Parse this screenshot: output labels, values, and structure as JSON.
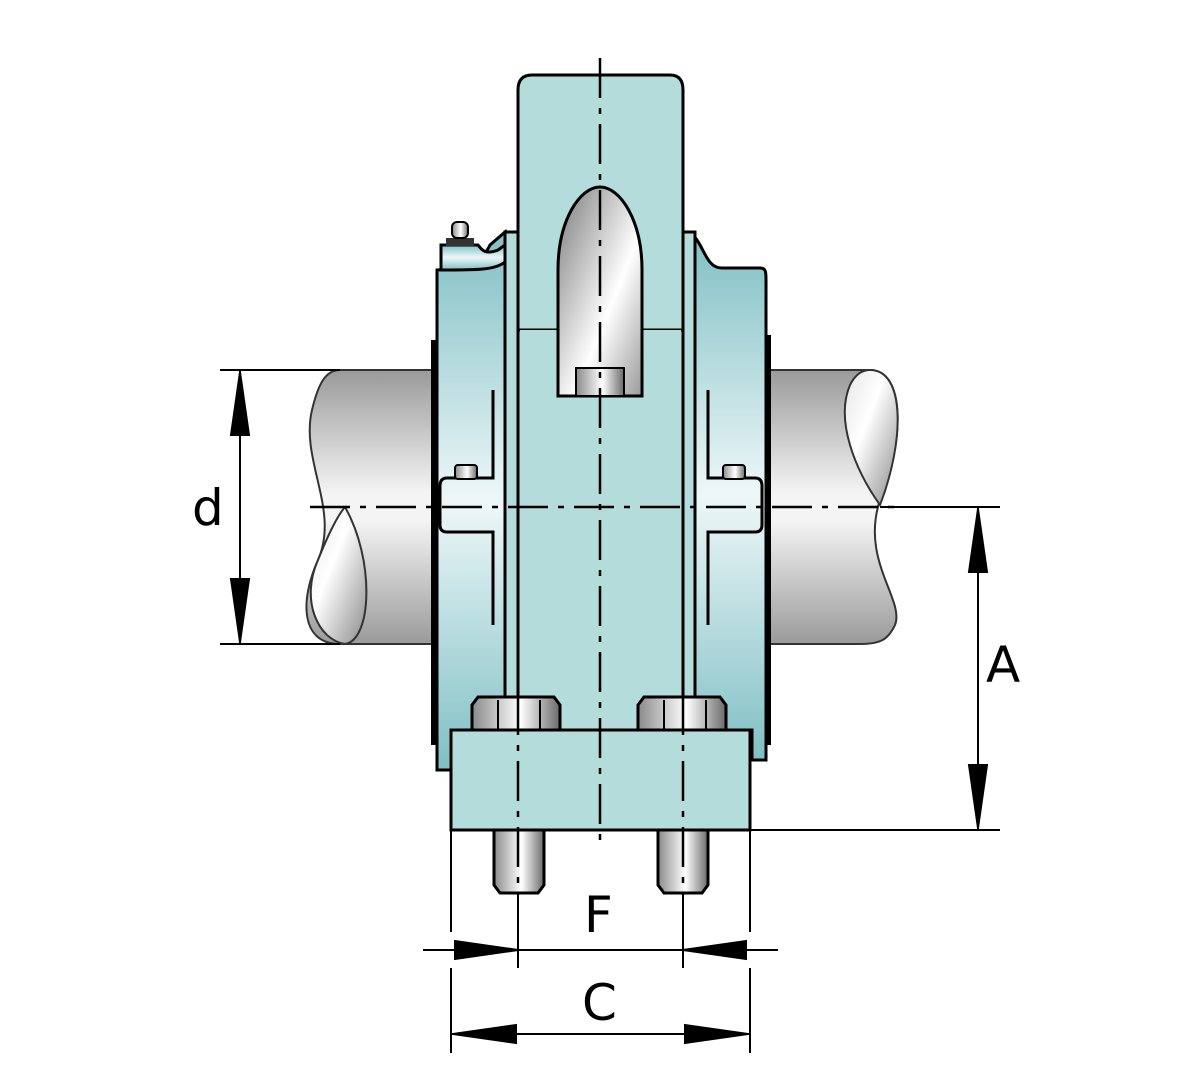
{
  "diagram": {
    "type": "technical-drawing",
    "subject": "take-up bearing unit on shaft (section view)",
    "colors": {
      "housing": "#b3dcdb",
      "housing_dark": "#7fbfc4",
      "shaft_light": "#f2f2f2",
      "shaft_dark": "#9a9a9a",
      "outline": "#000000"
    },
    "dimensions": {
      "d": "d",
      "A": "A",
      "F": "F",
      "C": "C"
    },
    "components": [
      "shaft",
      "housing",
      "take-up frame slot",
      "grease nipple",
      "hex nuts",
      "studs",
      "base plate",
      "centerlines"
    ]
  }
}
